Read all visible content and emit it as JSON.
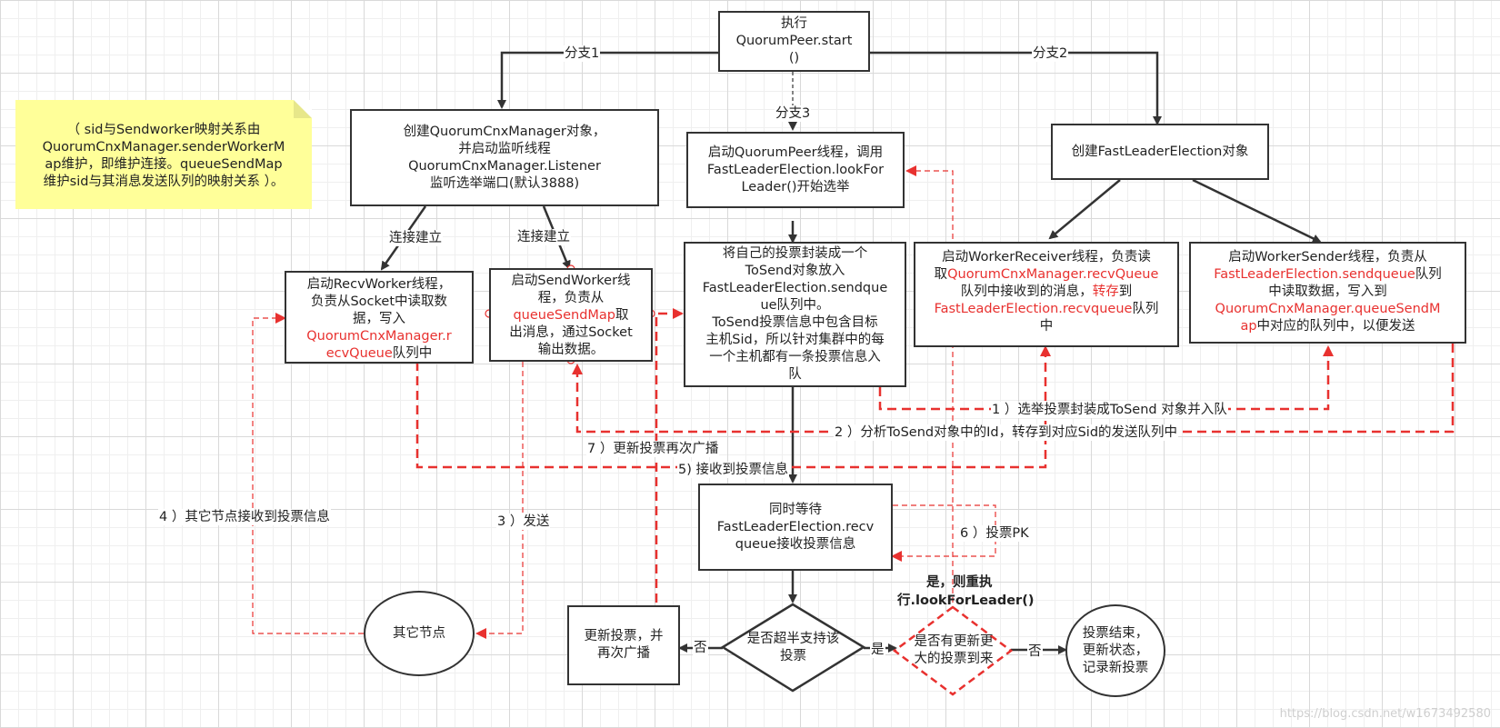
{
  "nodes": {
    "start": [
      "执行",
      "QuorumPeer.start",
      "()"
    ],
    "cnx_manager": [
      "创建QuorumCnxManager对象，",
      "并启动监听线程",
      "QuorumCnxManager.Listener",
      "监听选举端口(默认3888)"
    ],
    "start_peer": [
      "启动QuorumPeer线程，调用",
      "FastLeaderElection.lookFor",
      "Leader()开始选举"
    ],
    "fle_create": "创建FastLeaderElection对象",
    "recv_worker": {
      "plain1": "启动RecvWorker线程，",
      "plain2": "负责从Socket中读取数",
      "plain3": "据，写入",
      "red1": "QuorumCnxManager.r",
      "red2": "ecvQueue",
      "plain4": "队列中"
    },
    "send_worker": {
      "plain1": "启动SendWorker线",
      "plain2": "程，负责从",
      "red1": "queueSendMap",
      "plain3": "取",
      "plain4": "出消息，通过Socket",
      "plain5": "输出数据。"
    },
    "tosend": [
      "将自己的投票封装成一个",
      "ToSend对象放入",
      "FastLeaderElection.sendque",
      "ue队列中。",
      "ToSend投票信息中包含目标",
      "主机Sid，所以针对集群中的每",
      "一个主机都有一条投票信息入",
      "队"
    ],
    "worker_receiver": {
      "plain1": "启动WorkerReceiver线程，负责读",
      "plain2": "取",
      "red1": "QuorumCnxManager.recvQueue",
      "plain3": "队列中接收到的消息，",
      "red2": "转存",
      "plain4": "到",
      "red3": "FastLeaderElection.recvqueue",
      "plain5": "队列",
      "plain6": "中"
    },
    "worker_sender": {
      "plain1": "启动WorkerSender线程，负责从",
      "red1": "FastLeaderElection.sendqueue",
      "plain2": "队列",
      "plain3": "中读取数据，写入到",
      "red2": "QuorumCnxManager.queueSendM",
      "red3": "ap",
      "plain4": "中对应的队列中，以便发送"
    },
    "wait": [
      "同时等待",
      "FastLeaderElection.recv",
      "queue接收投票信息"
    ],
    "update_vote": [
      "更新投票，并",
      "再次广播"
    ],
    "other_nodes": "其它节点",
    "majority": [
      "是否超半支持该",
      "投票"
    ],
    "newer_vote": [
      "是否有更新更",
      "大的投票到来"
    ],
    "end": [
      "投票结束，",
      "更新状态，",
      "记录新投票"
    ]
  },
  "note": [
    "（ sid与Sendworker映射关系由",
    "QuorumCnxManager.senderWorkerM",
    "ap维护，即维护连接。queueSendMap",
    "维护sid与其消息发送队列的映射关系 ）。"
  ],
  "labels": {
    "branch1": "分支1",
    "branch2": "分支2",
    "branch3": "分支3",
    "conn1": "连接建立",
    "conn2": "连接建立",
    "step1": "1 ）选举投票封装成ToSend 对象并入队",
    "step2": "2 ）分析ToSend对象中的Id，转存到对应Sid的发送队列中",
    "step3": "3 ）发送",
    "step4": "4 ）其它节点接收到投票信息",
    "step5": "5) 接收到投票信息",
    "step6": "6 ）投票PK",
    "step7": "7 ）更新投票再次广播",
    "no1": "否",
    "yes1": "是",
    "no2": "否",
    "rerun1": "是，则重执",
    "rerun2": "行.lookForLeader()"
  },
  "watermark": "https://blog.csdn.net/w1673492580",
  "colors": {
    "red": "#e8312f",
    "border": "#333333",
    "note": "#ffff99"
  }
}
